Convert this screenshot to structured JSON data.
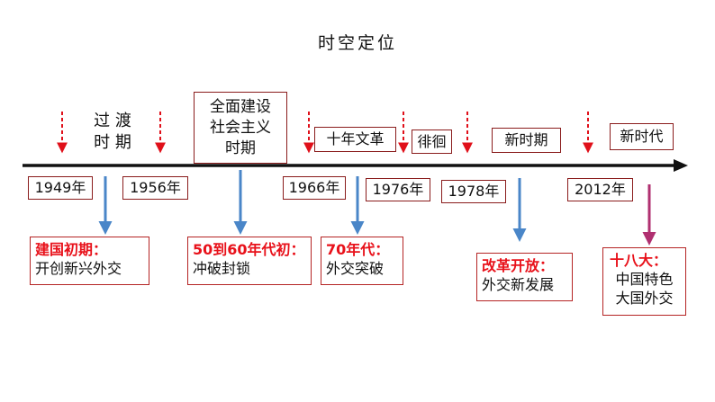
{
  "title": "时空定位",
  "periods": [
    {
      "line1": "过 渡",
      "line2": "时 期"
    },
    {
      "line1": "全面建设",
      "line2": "社会主义",
      "line3": "时期"
    },
    {
      "label": "十年文革"
    },
    {
      "label": "徘徊"
    },
    {
      "label": "新时期"
    },
    {
      "label": "新时代"
    }
  ],
  "years": [
    "1949年",
    "1956年",
    "1966年",
    "1976年",
    "1978年",
    "2012年"
  ],
  "events": [
    {
      "head": "建国初期：",
      "body": "开创新兴外交"
    },
    {
      "head": "50到60年代初：",
      "body": "冲破封锁"
    },
    {
      "head_red": "7",
      "head_black": "0年代：",
      "body": "外交突破"
    },
    {
      "head": "改革开放：",
      "body": "外交新发展"
    },
    {
      "head": "十八大：",
      "body1": "中国特色",
      "body2": "大国外交"
    }
  ],
  "colors": {
    "timeline": "#111111",
    "border": "#8a1c1c",
    "red_text": "#e8111a",
    "dashed_arrow": "#e0101a",
    "blue_arrow": "#4a86c8",
    "purple_arrow": "#b03070"
  }
}
